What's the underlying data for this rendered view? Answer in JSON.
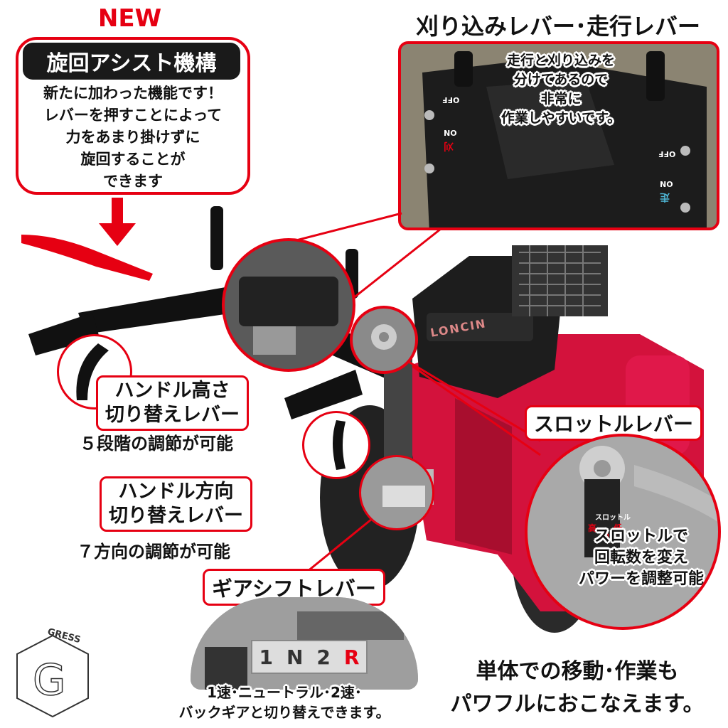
{
  "colors": {
    "accent": "#e60012",
    "machine_red": "#d3123c",
    "dark": "#1a1a1a"
  },
  "top_left_box": {
    "badge": "NEW",
    "title": "旋回アシスト機構",
    "lines": [
      "新たに加わった機能です！",
      "レバーを押すことによって",
      "力をあまり掛けずに",
      "旋回することが",
      "できます"
    ]
  },
  "top_right_box": {
    "title": "刈り込みレバー･走行レバー",
    "lines": [
      "走行と刈り込みを",
      "分けてあるので",
      "非常に",
      "作業しやすいです。"
    ],
    "lever_marks": [
      "OFF",
      "ON",
      "刈",
      "OFF",
      "ON",
      "走"
    ]
  },
  "engine_brand": "LONCIN",
  "handle_height": {
    "title_lines": [
      "ハンドル高さ",
      "切り替えレバー"
    ],
    "desc": "５段階の調節が可能"
  },
  "handle_direction": {
    "title_lines": [
      "ハンドル方向",
      "切り替えレバー"
    ],
    "desc": "７方向の調節が可能"
  },
  "throttle": {
    "title": "スロットルレバー",
    "lines": [
      "スロットルで",
      "回転数を変え",
      "パワーを調整可能"
    ],
    "plate_text": "スロットル",
    "plate_marks": [
      "高",
      "中",
      "低"
    ]
  },
  "gear_shift": {
    "title": "ギアシフトレバー",
    "plate": [
      "1",
      "N",
      "2",
      "R"
    ],
    "lines": [
      "1速･ニュートラル･2速･",
      "バックギアと切り替えできます。"
    ]
  },
  "bottom_right": {
    "lines": [
      "単体での移動･作業も",
      "パワフルにおこなえます。"
    ]
  },
  "logo": {
    "text": "GRESS",
    "letter": "G"
  }
}
